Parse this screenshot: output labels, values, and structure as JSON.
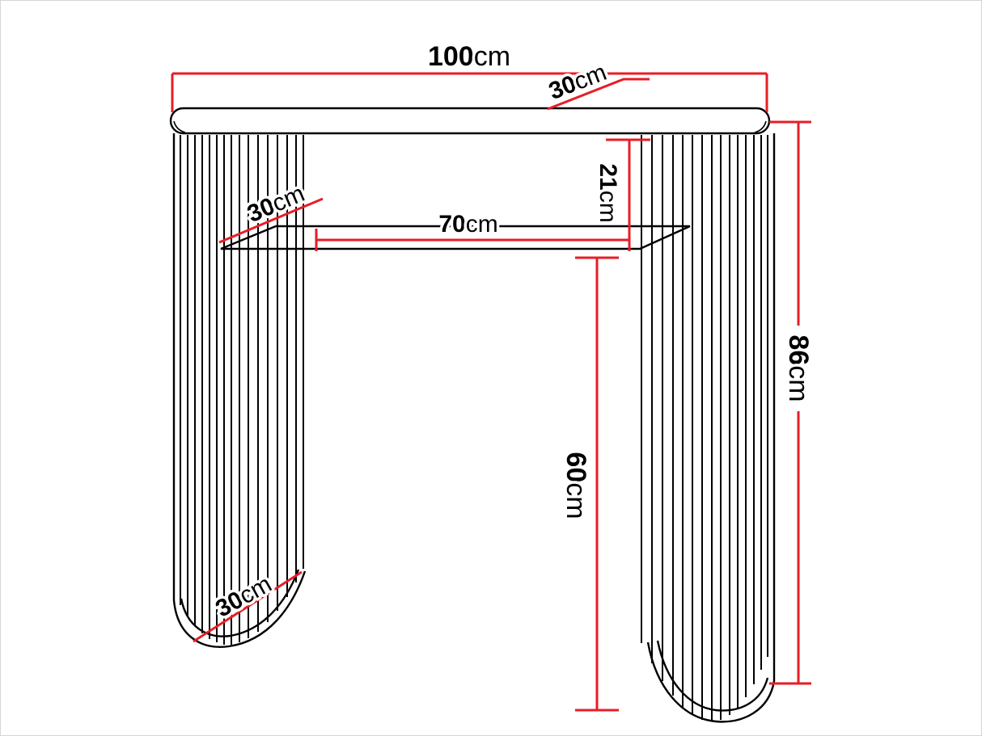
{
  "diagram": {
    "kind": "furniture-dimension-drawing",
    "subject": "console table with slatted curved legs and under-top shelf",
    "unit": "cm",
    "colors": {
      "dimension_line": "#e71d27",
      "drawing_line": "#000000",
      "background": "#ffffff"
    },
    "dimensions": {
      "overall_width": {
        "value": "100",
        "unit": "cm"
      },
      "top_depth": {
        "value": "30",
        "unit": "cm"
      },
      "top_to_shelf_height": {
        "value": "21",
        "unit": "cm"
      },
      "inner_width": {
        "value": "70",
        "unit": "cm"
      },
      "shelf_depth": {
        "value": "30",
        "unit": "cm"
      },
      "floor_clearance": {
        "value": "60",
        "unit": "cm"
      },
      "overall_height": {
        "value": "86",
        "unit": "cm"
      },
      "leg_depth": {
        "value": "30",
        "unit": "cm"
      }
    }
  }
}
